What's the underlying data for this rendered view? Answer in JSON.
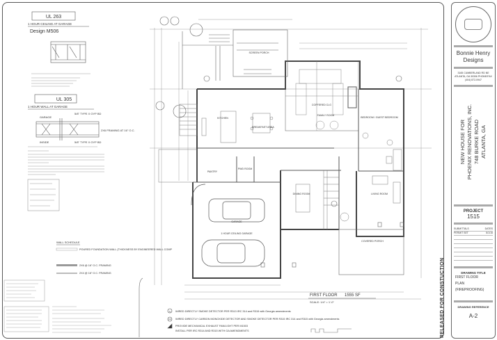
{
  "notes": {
    "ul263_title": "UL 263",
    "ul263_sub": "1 HOUR CEILING AT GARAGE",
    "ul263_design": "Design M506",
    "ul305_title": "UL 305",
    "ul305_sub": "1 HOUR WALL AT GARAGE",
    "ul305_garage": "GARAGE",
    "ul305_inside": "INSIDE",
    "ul305_gyp1": "5/8\" TYPE X GYP BD",
    "ul305_gyp2": "5/8\" TYPE X GYP BD",
    "ul305_framing": "2X6 FRAMING AT 16\" O.C.",
    "wall_schedule_title": "WALL SCHEDULE",
    "wall_schedule": [
      "POURED FOUNDATION WALL (THICKNESS BY ENGINEERED WALL COMP",
      "2X6 @ 16\" O.C. FRAMING",
      "2X4 @ 16\" O.C. FRAMING"
    ]
  },
  "plan": {
    "rooms": {
      "screen_porch": "SCREEN PORCH",
      "family_room": "FAMILY ROOM",
      "coffered": "COFFERED CLG",
      "kitchen": "KITCHEN",
      "breakfast": "BREAKFAST AREA",
      "bedroom": "BEDROOM / GUEST BEDROOM",
      "pwd": "PWD ROOM",
      "pantry": "PANTRY",
      "dining": "DINING ROOM",
      "living": "LIVING ROOM",
      "garage": "GARAGE",
      "garage_ceiling": "1 HOUR CEILING GARAGE",
      "covered_porch": "COVERED PORCH"
    },
    "floor_title": "FIRST FLOOR",
    "floor_area": "1555 SF",
    "scale": "SCALE: 1/4\" = 1'-0\"",
    "legend": [
      {
        "symbol": "S",
        "text": "WIRED DIRECTLY SMOKE DETECTOR PER R313 IRC 314 and R315 with Georgia amendments"
      },
      {
        "symbol": "CO",
        "text": "WIRED DIRECTLY CARBON MONOXIDE DETECTOR AND SMOKE DETECTOR PER R315 IRC 314 and R315 with Georgia amendments"
      },
      {
        "symbol": "fan",
        "text": "PROVIDE MECHANICAL EXHAUST FAN/LIGHT PER M1503"
      },
      {
        "symbol": "",
        "text": "INSTALL PER IRC R314 AND R315 WITH GA AMENDMENTS"
      }
    ]
  },
  "title_block": {
    "firm": "Bonnie Henry Designs",
    "address": "3165 CUMBERLAND RD NE ATLANTA, GA 30306 PHONE/FAX (404) 872-0947",
    "project_line1": "NEW HOUSE FOR",
    "project_line2": "PHOENIX RENOVATIONS, INC.",
    "project_line3": "748 BURKE ROAD",
    "project_line4": "ATLANTA, GA",
    "project_label": "PROJECT",
    "project_number": "1515",
    "submittals_label": "SUBMITTALS",
    "dates_label": "DATES",
    "submittal": "PERMIT SET",
    "submittal_date": "5/1/15",
    "drawing_title_label": "DRAWING TITLE",
    "drawing_title_1": "FIRST FLOOR",
    "drawing_title_2": "PLAN",
    "drawing_title_3": "(FIREPROOFING)",
    "drawing_ref_label": "DRAWING REFERENCE",
    "drawing_ref": "A-2"
  },
  "released": "RELEASED FOR CONSTUCTION"
}
